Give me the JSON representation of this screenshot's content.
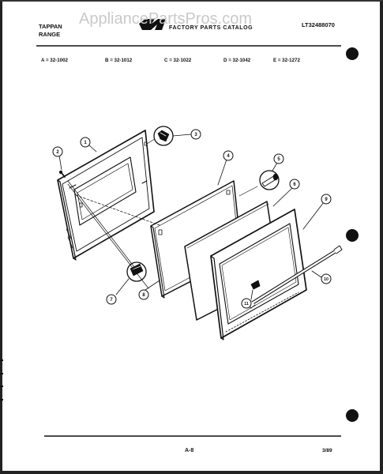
{
  "header": {
    "brand_line1": "TAPPAN",
    "brand_line2": "RANGE",
    "watermark": "AppliancePartsPros.com",
    "catalog_title": "FACTORY PARTS CATALOG",
    "model_number": "LT32488070"
  },
  "variants": [
    {
      "text": "A = 32-1002"
    },
    {
      "text": "B = 32-1012"
    },
    {
      "text": "C = 32-1022"
    },
    {
      "text": "D = 32-1042"
    },
    {
      "text": "E = 32-1272"
    }
  ],
  "callouts": [
    "1",
    "2",
    "3",
    "4",
    "5",
    "6",
    "7",
    "8",
    "9",
    "10",
    "11"
  ],
  "footer": {
    "page_label": "A-8",
    "date": "3/89"
  },
  "colors": {
    "ink": "#111111",
    "paper": "#ffffff",
    "watermark": "#c9c9c9"
  }
}
